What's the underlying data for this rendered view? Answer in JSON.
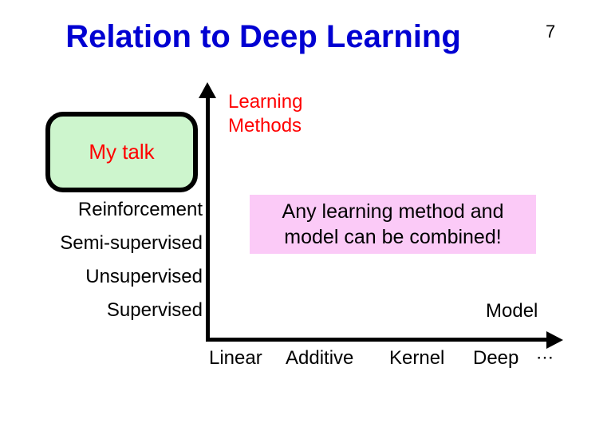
{
  "slide": {
    "title": "Relation to Deep Learning",
    "number": "7",
    "title_color": "#0000d2",
    "background": "#ffffff"
  },
  "chart_data": {
    "type": "scatter",
    "title": "Relation to Deep Learning",
    "xlabel": "Model",
    "ylabel": "Learning\nMethods",
    "ylabel_color": "#ff0000",
    "xlabel_color": "#000000",
    "grid": false,
    "legend": "none",
    "categories_x": [
      "Linear",
      "Additive",
      "Kernel",
      "Deep",
      "⋯"
    ],
    "categories_y": [
      "Reinforcement",
      "Semi-supervised",
      "Unsupervised",
      "Supervised"
    ],
    "series": [],
    "annotations": [
      {
        "name": "my-talk",
        "text": "My talk",
        "text_color": "#ff0000",
        "fill": "#cdf5cd",
        "border_color": "#000000",
        "shape": "rounded-rectangle"
      },
      {
        "name": "combination-note",
        "text": "Any learning method and\nmodel can be combined!",
        "text_color": "#000000",
        "fill": "#fbcaf7",
        "shape": "rectangle"
      }
    ]
  },
  "callouts": {
    "my_talk": "My talk",
    "note": "Any learning method and\nmodel can be combined!"
  },
  "axes": {
    "y_title": "Learning\nMethods",
    "x_title": "Model",
    "y_ticks": [
      "Reinforcement",
      "Semi-supervised",
      "Unsupervised",
      "Supervised"
    ],
    "x_ticks": [
      "Linear",
      "Additive",
      "Kernel",
      "Deep",
      "⋯"
    ]
  }
}
